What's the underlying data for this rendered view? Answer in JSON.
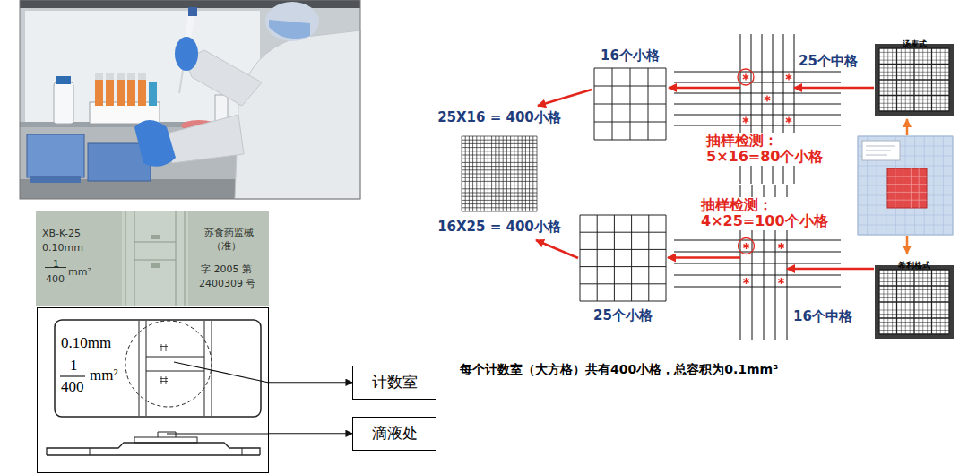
{
  "diagram": {
    "caption": "每个计数室（大方格）共有400小格，总容积为0.1mm³",
    "nodes": [
      {
        "text": [
          "0.10mm",
          "1",
          "400",
          "mm²"
        ]
      },
      {
        "text": [
          "计数室"
        ]
      },
      {
        "text": [
          "滴液处"
        ]
      },
      {
        "text": [
          "汤麦式"
        ]
      },
      {
        "text": [
          "25个中格"
        ]
      },
      {
        "text": [
          "16个小格"
        ]
      },
      {
        "text": [
          "25X16 = 400小格",
          "16X25 = 400小格"
        ]
      },
      {
        "text": [
          "希利格式"
        ]
      },
      {
        "text": [
          "16个中格"
        ]
      },
      {
        "text": [
          "25个小格"
        ]
      }
    ],
    "edges": [
      {
        "from": 0,
        "to": 1,
        "arrow": "to"
      },
      {
        "from": 0,
        "to": 2,
        "arrow": "to"
      },
      {
        "from": 3,
        "to": 4,
        "arrow": "to"
      },
      {
        "from": 4,
        "to": 5,
        "arrow": "to"
      },
      {
        "from": 5,
        "to": 6,
        "arrow": "to"
      },
      {
        "from": 7,
        "to": 8,
        "arrow": "to"
      },
      {
        "from": 8,
        "to": 9,
        "arrow": "to"
      },
      {
        "from": 9,
        "to": 6,
        "arrow": "to"
      }
    ],
    "labels": [
      "抽样检测： 5×16=80个小格",
      "抽样检测： 4×25=100个小格",
      "XB-K-25",
      "0.10mm",
      "1",
      "400",
      "mm²",
      "苏食药监械",
      "（准）",
      "字 2005 第",
      "2400309 号"
    ]
  }
}
